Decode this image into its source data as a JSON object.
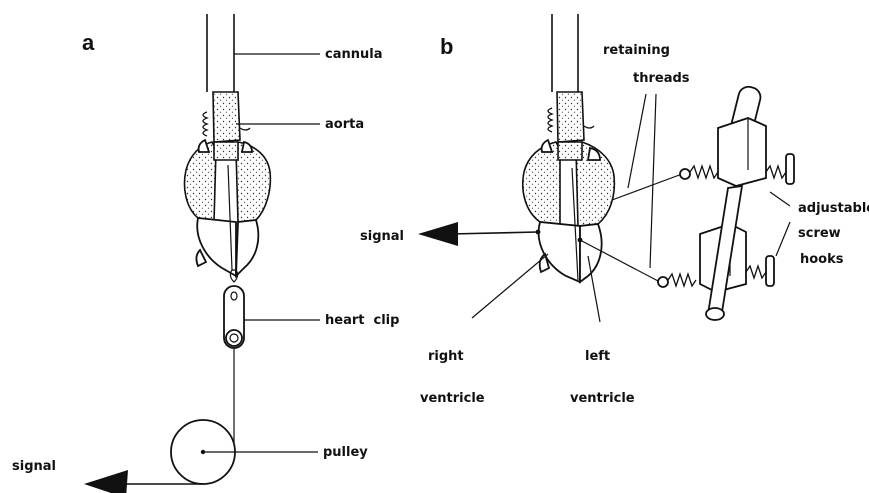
{
  "panels": {
    "a": "a",
    "b": "b"
  },
  "labels_a": {
    "cannula": "cannula",
    "aorta": "aorta",
    "heart_clip": "heart  clip",
    "pulley": "pulley",
    "signal": "signal"
  },
  "labels_b": {
    "retaining": "retaining",
    "threads": "threads",
    "adjustable": "adjustable",
    "screw": "screw",
    "hooks": "hooks",
    "signal": "signal",
    "right": "right",
    "right_ventricle": "ventricle",
    "left": "left",
    "left_ventricle": "ventricle"
  }
}
